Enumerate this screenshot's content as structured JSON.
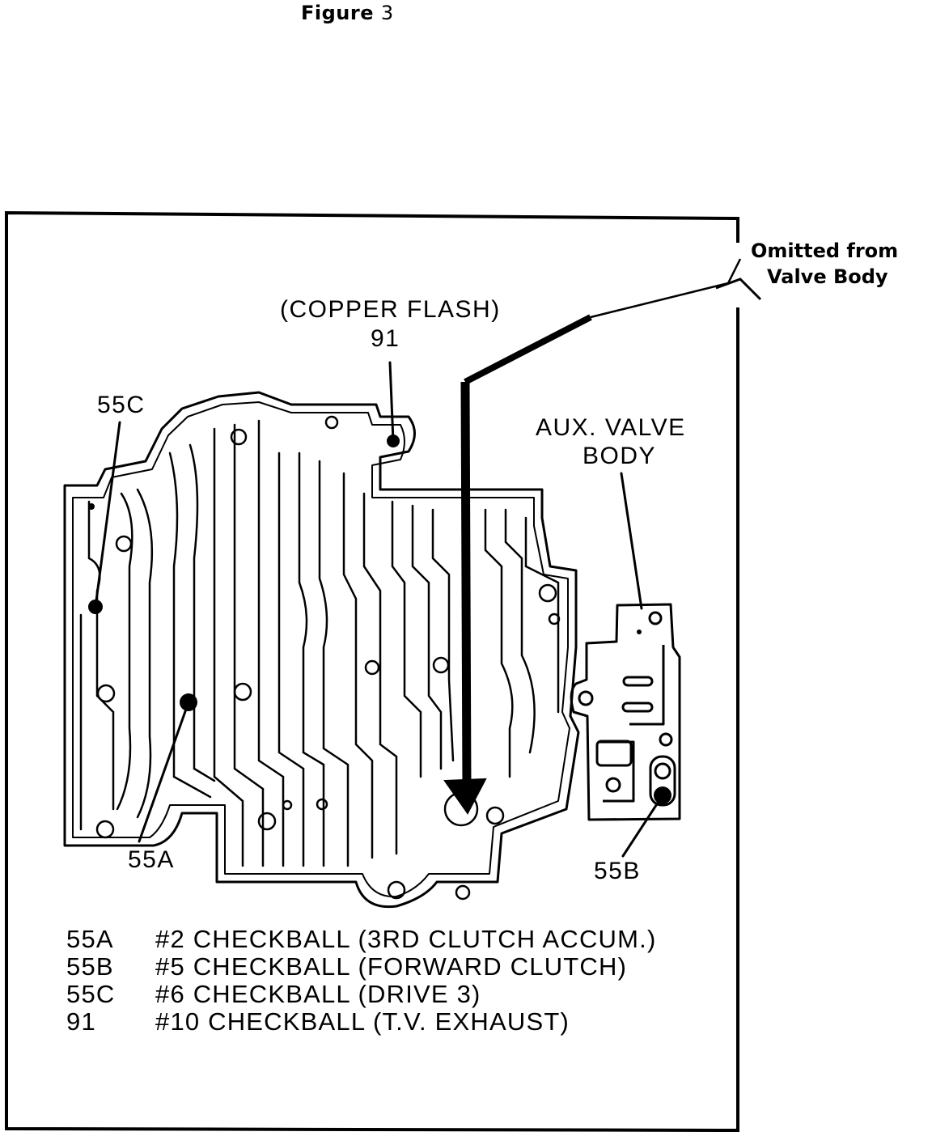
{
  "figure": {
    "title_word": "Figure",
    "title_number": "3"
  },
  "annotation": {
    "line1": "Omitted from",
    "line2": "Valve Body"
  },
  "labels": {
    "copper_flash": "(COPPER FLASH)",
    "ref_91": "91",
    "ref_55c": "55C",
    "ref_55a": "55A",
    "ref_55b": "55B",
    "aux_line1": "AUX. VALVE",
    "aux_line2": "BODY"
  },
  "legend": [
    {
      "code": "55A",
      "description": "#2 CHECKBALL (3RD CLUTCH ACCUM.)"
    },
    {
      "code": "55B",
      "description": "#5 CHECKBALL (FORWARD CLUTCH)"
    },
    {
      "code": "55C",
      "description": "#6 CHECKBALL (DRIVE 3)"
    },
    {
      "code": "91",
      "description": "#10 CHECKBALL (T.V. EXHAUST)"
    }
  ],
  "colors": {
    "ink": "#000000",
    "paper": "#ffffff"
  }
}
